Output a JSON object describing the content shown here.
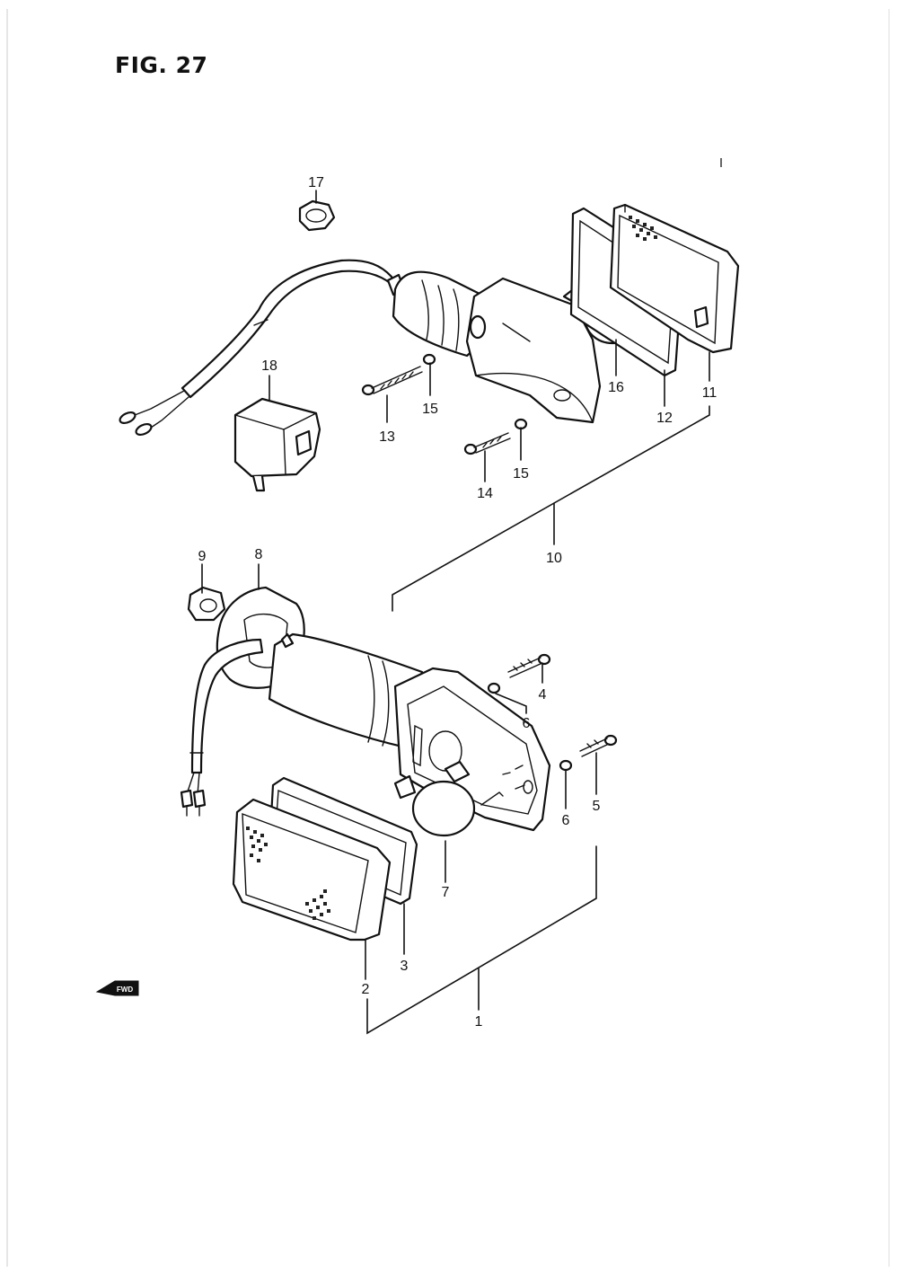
{
  "figure": {
    "title": "FIG. 27"
  },
  "direction_marker": {
    "label": "FWD"
  },
  "callouts": [
    {
      "id": "c1",
      "label": "1"
    },
    {
      "id": "c2",
      "label": "2"
    },
    {
      "id": "c3",
      "label": "3"
    },
    {
      "id": "c4",
      "label": "4"
    },
    {
      "id": "c5",
      "label": "5"
    },
    {
      "id": "c6a",
      "label": "6"
    },
    {
      "id": "c6b",
      "label": "6"
    },
    {
      "id": "c7",
      "label": "7"
    },
    {
      "id": "c8",
      "label": "8"
    },
    {
      "id": "c9",
      "label": "9"
    },
    {
      "id": "c10",
      "label": "10"
    },
    {
      "id": "c11",
      "label": "11"
    },
    {
      "id": "c12",
      "label": "12"
    },
    {
      "id": "c13",
      "label": "13"
    },
    {
      "id": "c14",
      "label": "14"
    },
    {
      "id": "c15a",
      "label": "15"
    },
    {
      "id": "c15b",
      "label": "15"
    },
    {
      "id": "c16",
      "label": "16"
    },
    {
      "id": "c17",
      "label": "17"
    },
    {
      "id": "c18",
      "label": "18"
    }
  ]
}
